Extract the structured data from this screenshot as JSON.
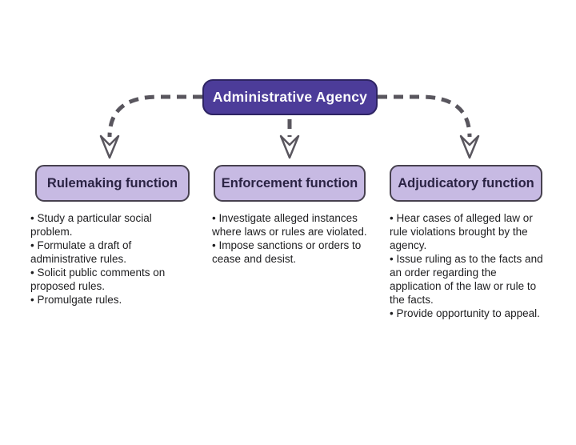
{
  "colors": {
    "top_box_fill": "#4C3C99",
    "top_box_border": "#2E2463",
    "top_box_text": "#FFFFFF",
    "function_box_fill": "#C7BAE3",
    "function_box_border": "#47414F",
    "heading_text": "#2B2344",
    "body_text": "#1E1E20",
    "arrow": "#59565E",
    "background": "#FFFFFF"
  },
  "bullet_char": "•",
  "root": {
    "title": "Administrative Agency"
  },
  "functions": [
    {
      "label": "Rulemaking function",
      "bullets": [
        "Study a particular social problem.",
        "Formulate a draft of administrative rules.",
        "Solicit public comments on proposed rules.",
        "Promulgate rules."
      ]
    },
    {
      "label": "Enforcement function",
      "bullets": [
        "Investigate alleged instances where laws or rules are violated.",
        "Impose sanctions or orders to cease and desist."
      ]
    },
    {
      "label": "Adjudicatory function",
      "bullets": [
        "Hear cases of alleged law or rule violations brought by the agency.",
        "Issue ruling as to the facts and an order regarding the application of the law or rule to the facts.",
        "Provide opportunity to appeal."
      ]
    }
  ]
}
